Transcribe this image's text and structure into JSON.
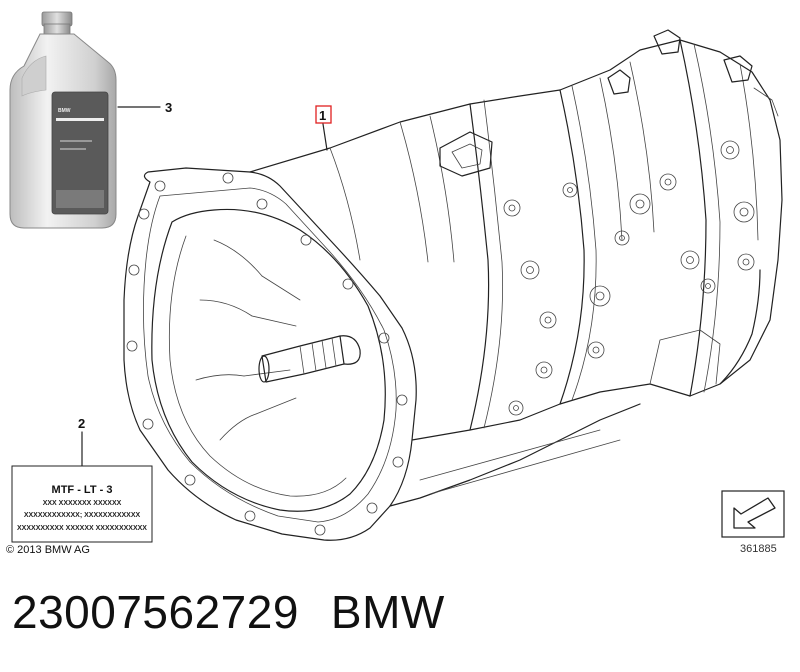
{
  "callouts": {
    "part1": "1",
    "part2": "2",
    "part3": "3"
  },
  "label_sticker": {
    "title": "MTF - LT - 3",
    "line1": "XXX XXXXXXX XXXXXX",
    "line2": "XXXXXXXXXXXX; XXXXXXXXXXXX",
    "line3": "XXXXXXXXXX  XXXXXX  XXXXXXXXXXX"
  },
  "copyright": "© 2013 BMW AG",
  "reference_number": "361885",
  "footer": {
    "part_number": "23007562729",
    "brand": "BMW"
  },
  "colors": {
    "callout_box_1": "#e02020",
    "line": "#222222",
    "bottle_body": "#d9d9d9",
    "bottle_label": "#555555"
  },
  "icons": {
    "bottle": "oil-bottle-icon",
    "arrow_box": "reference-arrow-icon"
  }
}
